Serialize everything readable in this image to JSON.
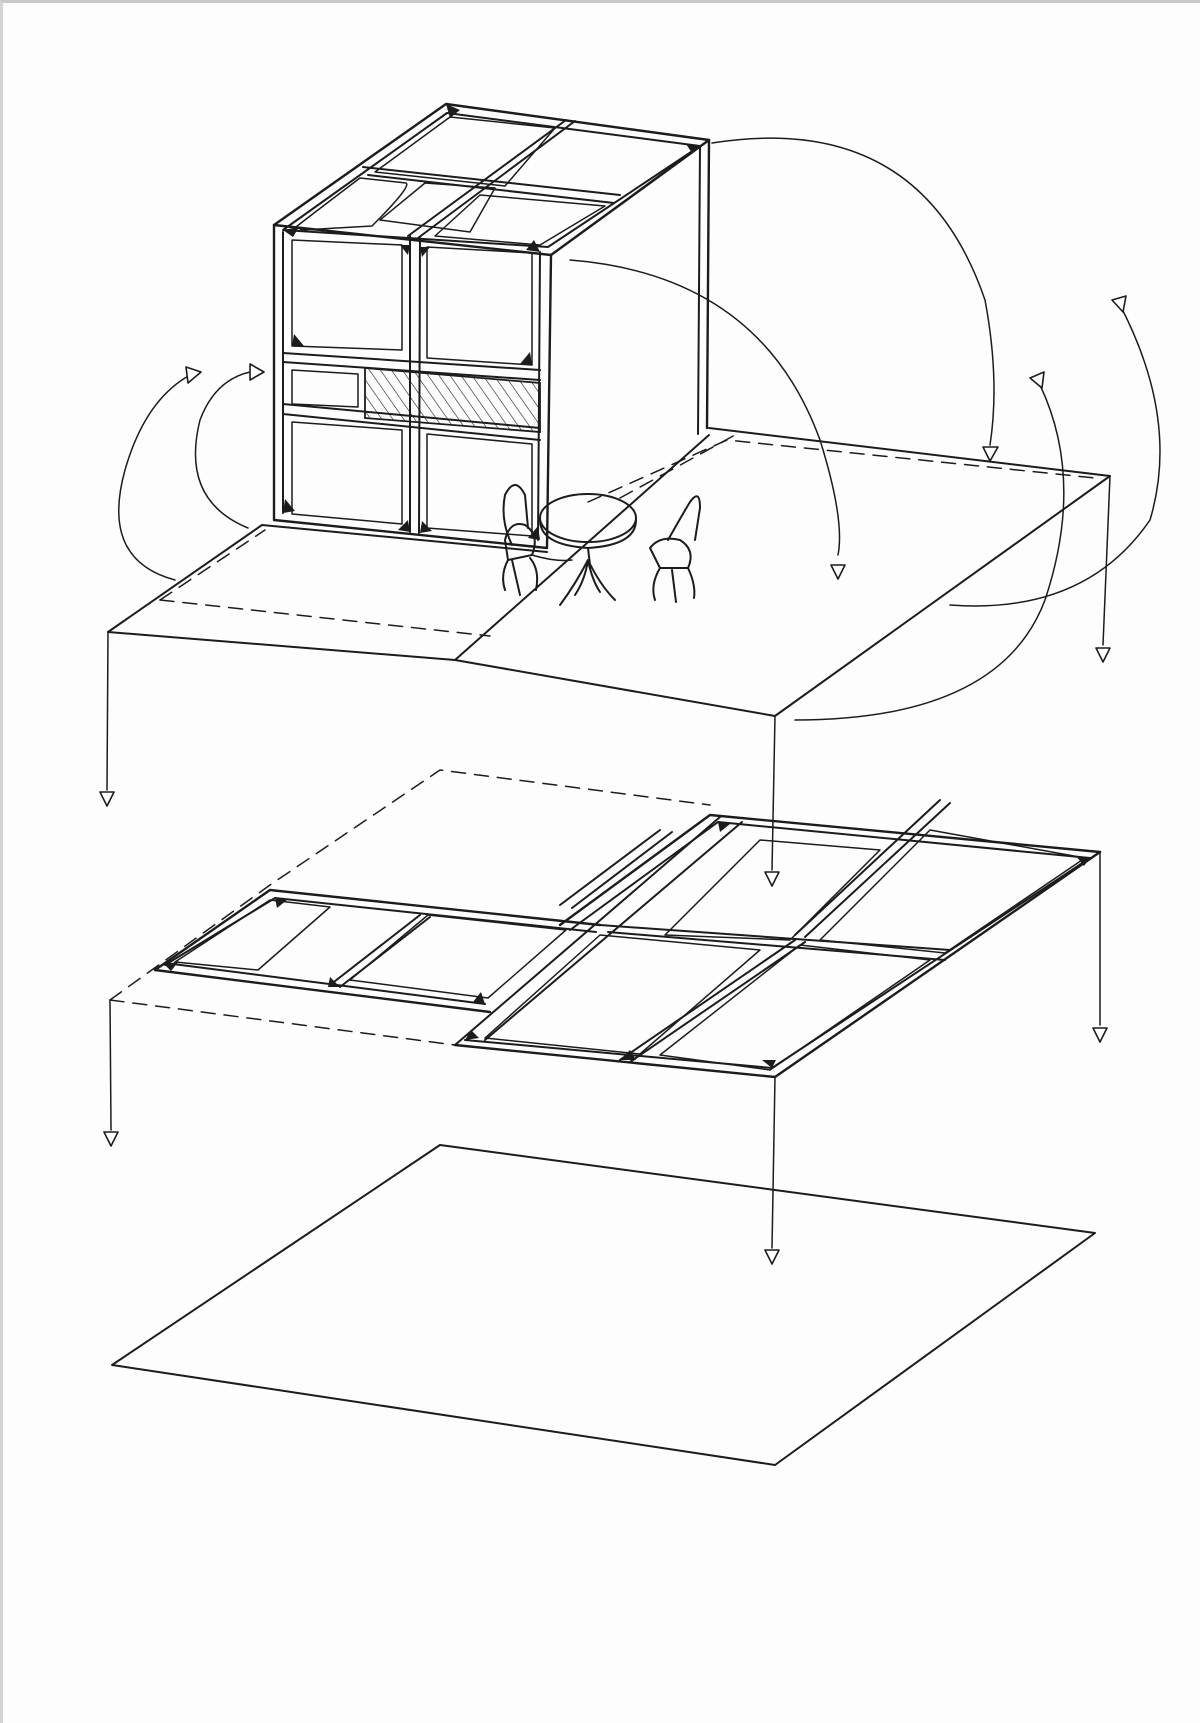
{
  "ink_color": "#1c1c1c",
  "paper_color": "#fdfdfd",
  "elements": {
    "module_frame": "cube-frame",
    "bistro_set": "table-and-chairs",
    "upper_deck": "deck-plate",
    "lower_frame": "floor-frame-grid",
    "ground": "ground-plane",
    "arrows": "arrow-icon"
  }
}
